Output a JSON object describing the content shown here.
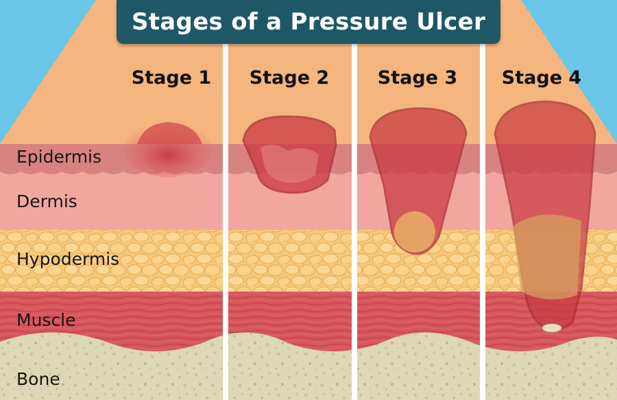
{
  "title": "Stages of a Pressure Ulcer",
  "stages": [
    {
      "label": "Stage 1"
    },
    {
      "label": "Stage 2"
    },
    {
      "label": "Stage 3"
    },
    {
      "label": "Stage 4"
    }
  ],
  "layers": [
    {
      "label": "Epidermis"
    },
    {
      "label": "Dermis"
    },
    {
      "label": "Hypodermis"
    },
    {
      "label": "Muscle"
    },
    {
      "label": "Bone"
    }
  ],
  "colors": {
    "sky": "#6cc6e8",
    "skin_surface": "#f5b57e",
    "epidermis": "#d98282",
    "dermis": "#f2a6a0",
    "hypodermis": "#f7c97a",
    "muscle": "#d6575c",
    "bone": "#dcd7b4",
    "wound": "#c93a42",
    "title_bg": "#1e5866"
  }
}
